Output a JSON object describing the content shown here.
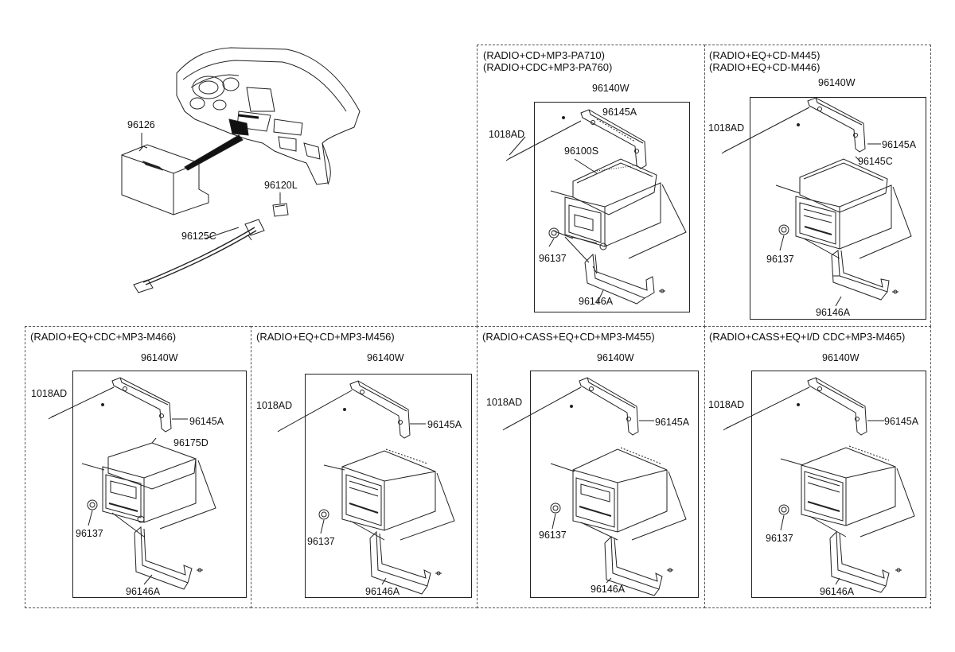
{
  "overview": {
    "parts": [
      "96126",
      "96120L",
      "96125C"
    ]
  },
  "sections": [
    {
      "header": [
        "(RADIO+CD+MP3-PA710)",
        "(RADIO+CDC+MP3-PA760)"
      ],
      "labels": [
        "96140W",
        "96145A",
        "1018AD",
        "96100S",
        "96137",
        "96146A"
      ]
    },
    {
      "header": [
        "(RADIO+EQ+CD-M445)",
        "(RADIO+EQ+CD-M446)"
      ],
      "labels": [
        "96140W",
        "1018AD",
        "96145A",
        "96145C",
        "96137",
        "96146A"
      ]
    },
    {
      "header": [
        "(RADIO+EQ+CDC+MP3-M466)"
      ],
      "labels": [
        "96140W",
        "1018AD",
        "96145A",
        "96175D",
        "96137",
        "96146A"
      ]
    },
    {
      "header": [
        "(RADIO+EQ+CD+MP3-M456)"
      ],
      "labels": [
        "96140W",
        "1018AD",
        "96145A",
        "96137",
        "96146A"
      ]
    },
    {
      "header": [
        "(RADIO+CASS+EQ+CD+MP3-M455)"
      ],
      "labels": [
        "96140W",
        "1018AD",
        "96145A",
        "96137",
        "96146A"
      ]
    },
    {
      "header": [
        "(RADIO+CASS+EQ+I/D CDC+MP3-M465)"
      ],
      "labels": [
        "96140W",
        "1018AD",
        "96145A",
        "96137",
        "96146A"
      ]
    }
  ]
}
